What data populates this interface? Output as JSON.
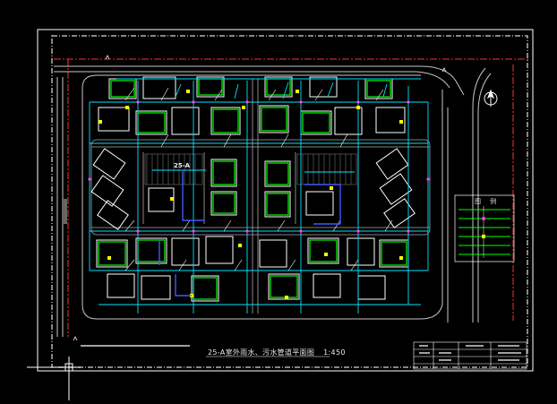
{
  "drawing": {
    "title": "25-A室外雨水、污水管道平面图",
    "scale": "1:450",
    "block_label": "25-A",
    "legend_title": "图 例"
  },
  "colors": {
    "background": "#000000",
    "frame": "#ffffff",
    "road": "#bfbfbf",
    "red_line": "#ff2a2a",
    "building": "#ffffff",
    "wall": "#00ff00",
    "rain_pipe": "#00ffff",
    "sewer_pipe": "#ffff00",
    "blue_pipe": "#3c5aff"
  },
  "icons": [
    "north-arrow-icon",
    "ucs-crosshair-icon"
  ]
}
